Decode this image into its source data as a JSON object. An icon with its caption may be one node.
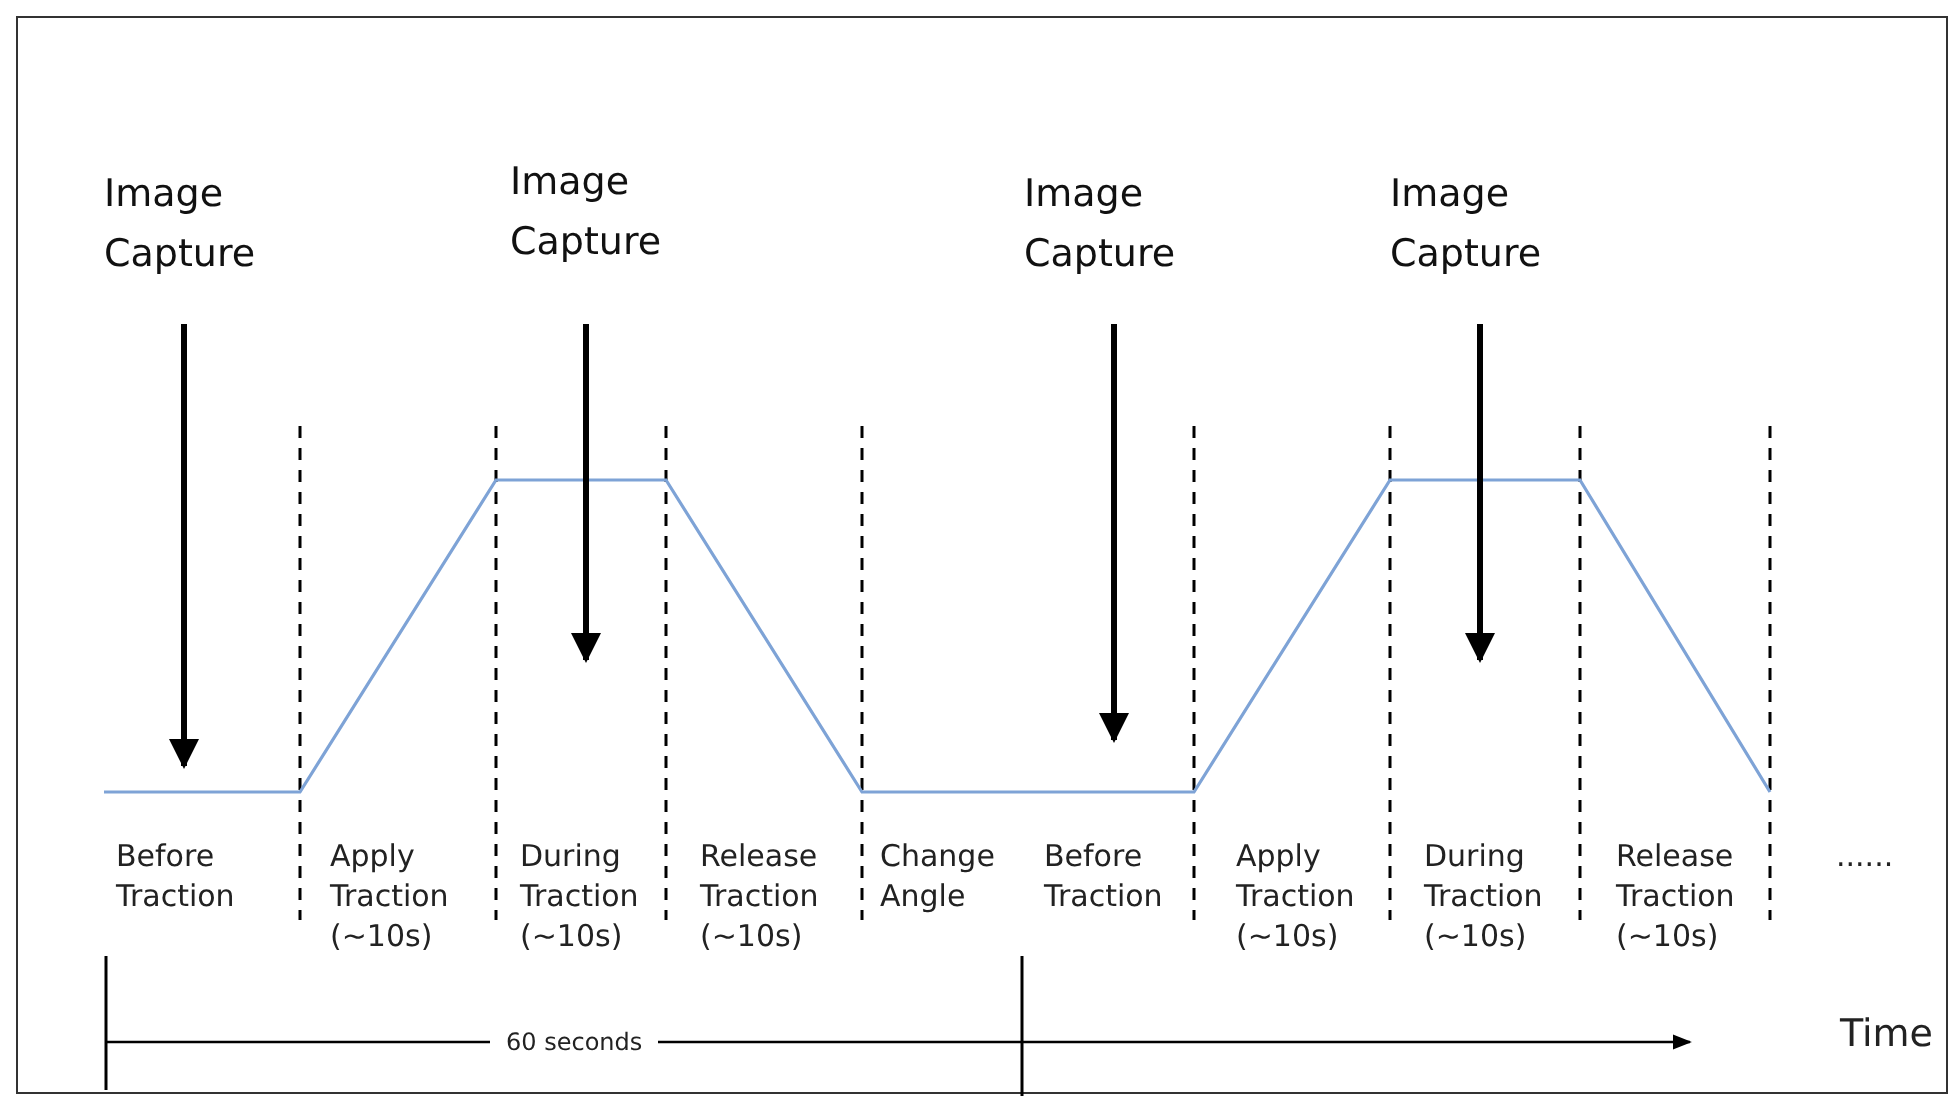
{
  "diagram": {
    "nodes": [
      {
        "text": [
          "Image Capture"
        ]
      },
      {
        "text": [
          "Image Capture"
        ]
      },
      {
        "text": [
          "Image Capture"
        ]
      },
      {
        "text": [
          "Image Capture"
        ]
      }
    ],
    "edges": [
      {
        "from": 0,
        "to": null,
        "arrow": "to"
      },
      {
        "from": 1,
        "to": null,
        "arrow": "to"
      },
      {
        "from": 2,
        "to": null,
        "arrow": "to"
      },
      {
        "from": 3,
        "to": null,
        "arrow": "to"
      }
    ],
    "labels": [
      "Before Traction",
      "Apply Traction (~10s)",
      "During Traction (~10s)",
      "Release Traction (~10s)",
      "Change Angle",
      "Before Traction",
      "Apply Traction (~10s)",
      "During Traction (~10s)",
      "Release Traction (~10s)",
      "......",
      "60 seconds",
      "Time"
    ]
  }
}
